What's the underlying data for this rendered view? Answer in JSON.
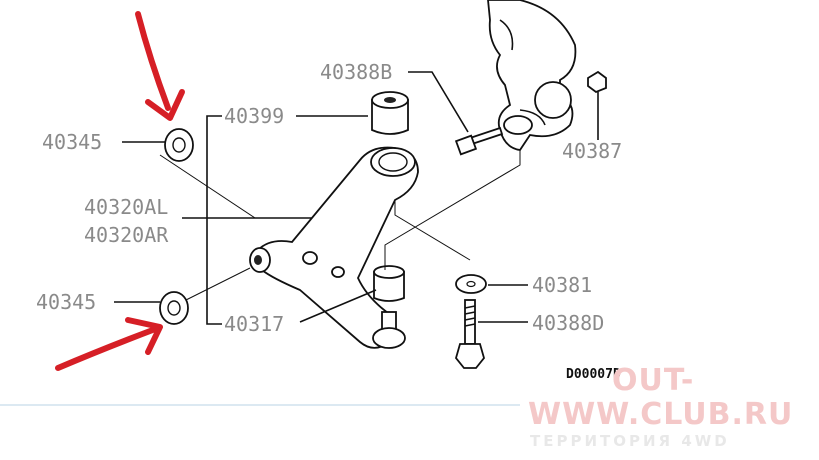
{
  "labels": {
    "washer_top": "40345",
    "bushing_front": "40399",
    "bolt_hex": "40388B",
    "bolt_knuckle": "40387",
    "arm_left": "40320AL",
    "arm_right": "40320AR",
    "washer_bottom": "40345",
    "balljoint": "40317",
    "washer_small": "40381",
    "bolt_long": "40388D",
    "diagram_code": "D00007D"
  },
  "watermark": {
    "line1": "OUT-",
    "line2": "WWW.CLUB.RU",
    "line3": "ТЕРРИТОРИЯ 4WD"
  },
  "colors": {
    "arrow": "#d61f26",
    "label": "#8a8a8a",
    "watermark": "#f4c8c8"
  }
}
